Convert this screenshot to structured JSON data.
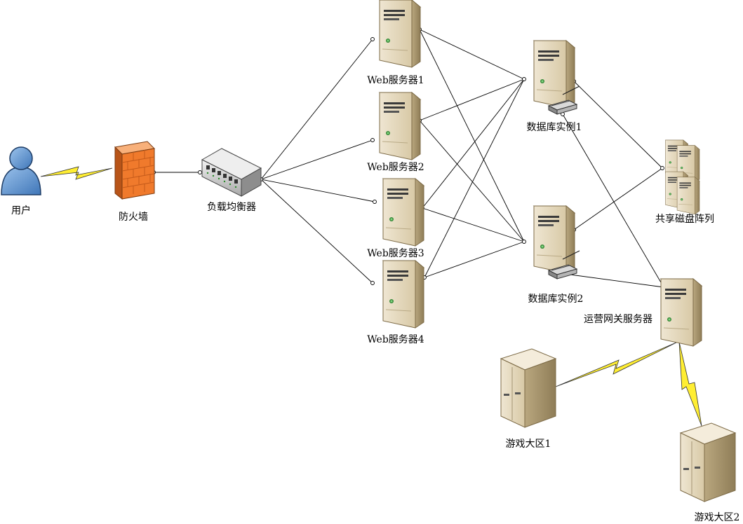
{
  "nodes": {
    "user": "用户",
    "firewall": "防火墙",
    "load_balancer": "负载均衡器",
    "web1": "Web服务器1",
    "web2": "Web服务器2",
    "web3": "Web服务器3",
    "web4": "Web服务器4",
    "db1": "数据库实例1",
    "db2": "数据库实例2",
    "storage": "共享磁盘阵列",
    "gateway": "运营网关服务器",
    "zone1": "游戏大区1",
    "zone2": "游戏大区2"
  },
  "colors": {
    "server_body": "#e6d9bf",
    "server_side": "#b8a57e",
    "firewall_brick": "#f07a2c",
    "user_blue": "#6d9ed6",
    "lightning": "#ffee33"
  }
}
